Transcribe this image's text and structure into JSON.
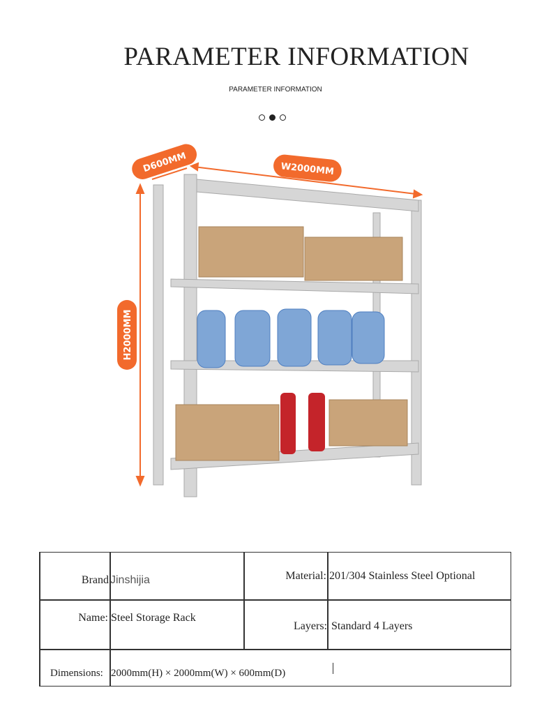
{
  "header": {
    "title": "PARAMETER INFORMATION",
    "subtitle": "PARAMETER INFORMATION",
    "carousel_active": 2,
    "carousel_count": 3
  },
  "image": {
    "depth_label": "D600MM",
    "width_label": "W2000MM",
    "height_label": "H2000MM",
    "accent": "#f26a2c"
  },
  "specs": {
    "brand_label": "Brand",
    "brand_value": "Jinshijia",
    "material_label": "Material:",
    "material_value": "201/304 Stainless Steel Optional",
    "name_label": "Name:",
    "name_value": "Steel Storage Rack",
    "layers_label": "Layers:",
    "layers_value": "Standard 4 Layers",
    "dimensions_label": "Dimensions:",
    "dimensions_value": "2000mm(H) × 2000mm(W) × 600mm(D)"
  }
}
